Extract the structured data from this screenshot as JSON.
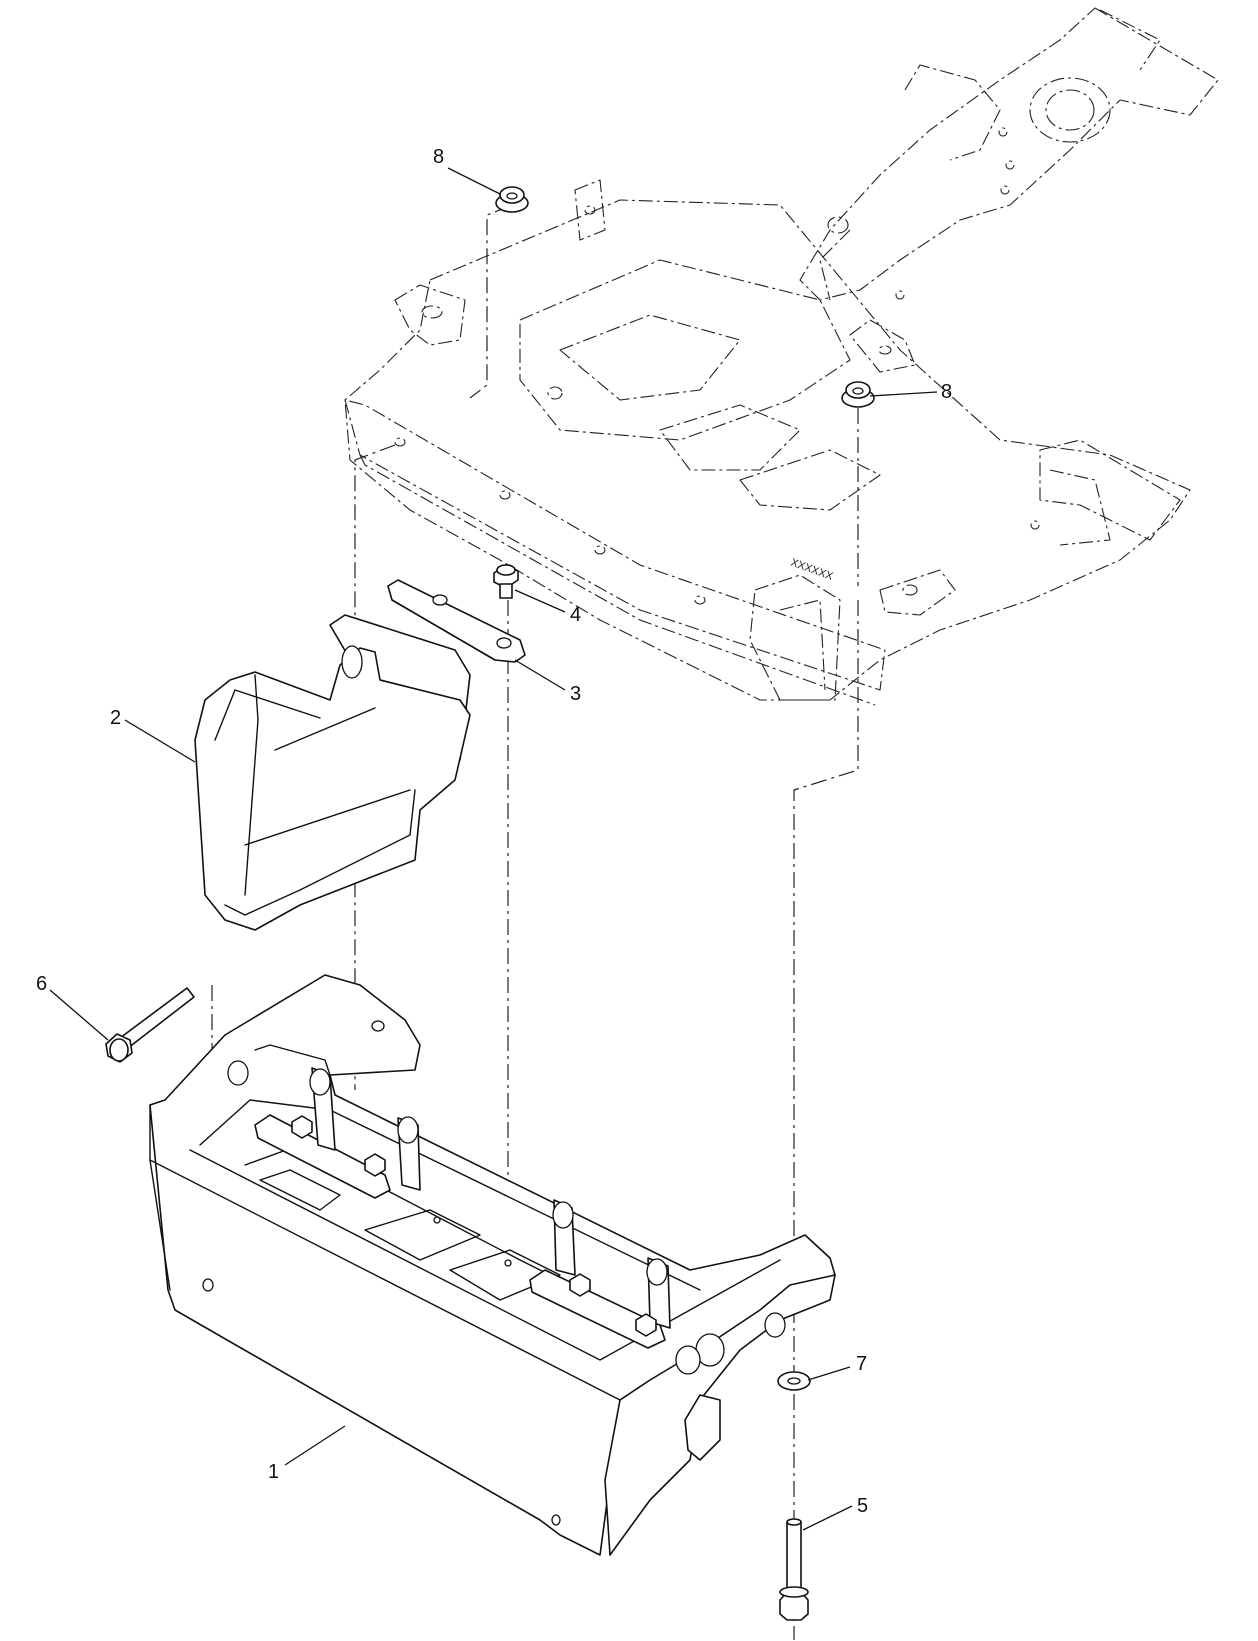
{
  "diagram": {
    "callouts": {
      "c1": "1",
      "c2": "2",
      "c3": "3",
      "c4": "4",
      "c5": "5",
      "c6": "6",
      "c7": "7",
      "c8a": "8",
      "c8b": "8"
    },
    "frame_marking": "XXXXXX"
  }
}
